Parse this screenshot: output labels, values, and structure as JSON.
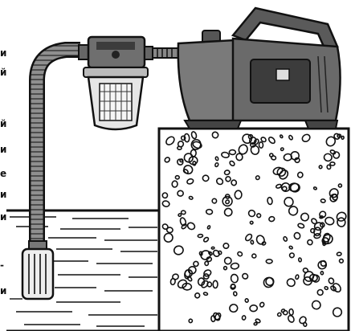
{
  "figure": {
    "subject": "surface water pump installation",
    "parts": [
      "suction-hose",
      "pre-filter",
      "pump",
      "foot-valve-strainer",
      "stone-base",
      "water-tank"
    ]
  },
  "margin_text": [
    "и",
    "й",
    "й",
    "и",
    "е",
    "и",
    "и",
    "-",
    "и"
  ],
  "colors": {
    "outline": "#111111",
    "pump_body": "#6f6f6f",
    "pump_dark": "#3c3c3c",
    "hose": "#8a8a8a",
    "filter_cup": "#e6e6e6",
    "water": "#ffffff",
    "background": "#ffffff"
  }
}
